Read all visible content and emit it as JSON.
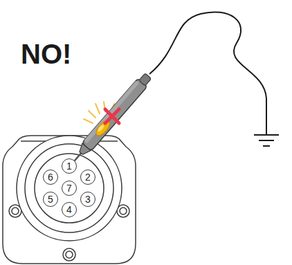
{
  "diagram": {
    "nodes": [
      {
        "text": [
          "1"
        ]
      },
      {
        "text": [
          "2"
        ]
      },
      {
        "text": [
          "3"
        ]
      },
      {
        "text": [
          "4"
        ]
      },
      {
        "text": [
          "5"
        ]
      },
      {
        "text": [
          "6"
        ]
      },
      {
        "text": [
          "7"
        ]
      }
    ],
    "labels": [
      "NO!"
    ]
  }
}
